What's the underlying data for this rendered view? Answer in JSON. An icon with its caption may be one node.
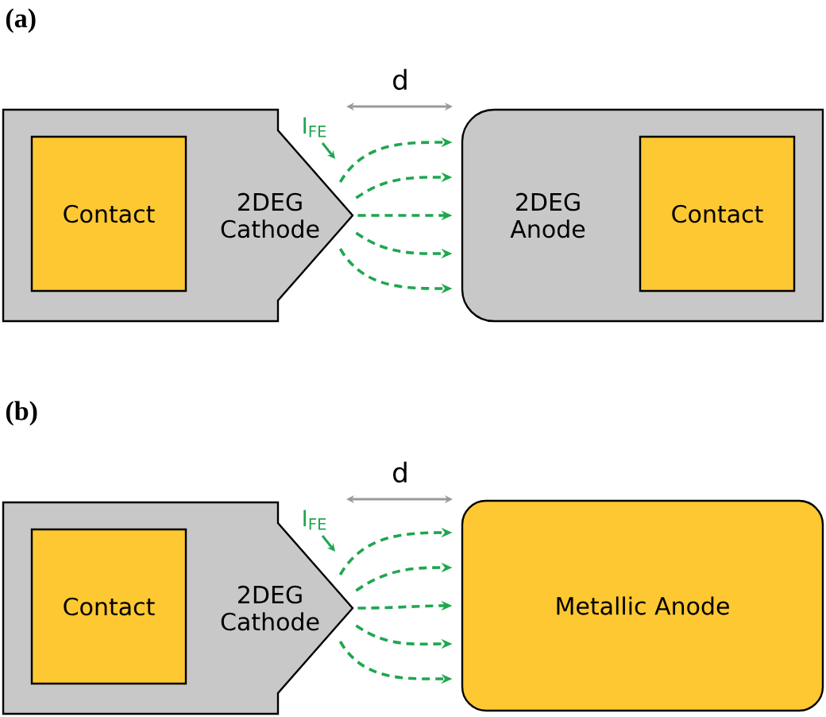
{
  "diagram": {
    "nodes": [
      {
        "text": [
          "2DEG Cathode"
        ]
      },
      {
        "text": [
          "Contact"
        ],
        "in": 0
      },
      {
        "text": [
          "2DEG Anode"
        ]
      },
      {
        "text": [
          "Contact"
        ],
        "in": 2
      },
      {
        "text": [
          "2DEG Cathode"
        ]
      },
      {
        "text": [
          "Contact"
        ],
        "in": 4
      },
      {
        "text": [
          "Metallic Anode"
        ]
      }
    ],
    "edges": [
      {
        "from": 0,
        "to": 2,
        "arrow": "to",
        "style": "dashed",
        "color": "#1fa64f"
      },
      {
        "from": 0,
        "to": 2,
        "arrow": "to",
        "style": "dashed",
        "color": "#1fa64f"
      },
      {
        "from": 0,
        "to": 2,
        "arrow": "to",
        "style": "dashed",
        "color": "#1fa64f"
      },
      {
        "from": 0,
        "to": 2,
        "arrow": "to",
        "style": "dashed",
        "color": "#1fa64f"
      },
      {
        "from": 0,
        "to": 2,
        "arrow": "to",
        "style": "dashed",
        "color": "#1fa64f"
      },
      {
        "from": 4,
        "to": 6,
        "arrow": "to",
        "style": "dashed",
        "color": "#1fa64f"
      },
      {
        "from": 4,
        "to": 6,
        "arrow": "to",
        "style": "dashed",
        "color": "#1fa64f"
      },
      {
        "from": 4,
        "to": 6,
        "arrow": "to",
        "style": "dashed",
        "color": "#1fa64f"
      },
      {
        "from": 4,
        "to": 6,
        "arrow": "to",
        "style": "dashed",
        "color": "#1fa64f"
      },
      {
        "from": 4,
        "to": 6,
        "arrow": "to",
        "style": "dashed",
        "color": "#1fa64f"
      }
    ],
    "labels": [
      "(a)",
      "d",
      "I$_{FE}$",
      "(b)",
      "d",
      "I$_{FE}$"
    ]
  }
}
